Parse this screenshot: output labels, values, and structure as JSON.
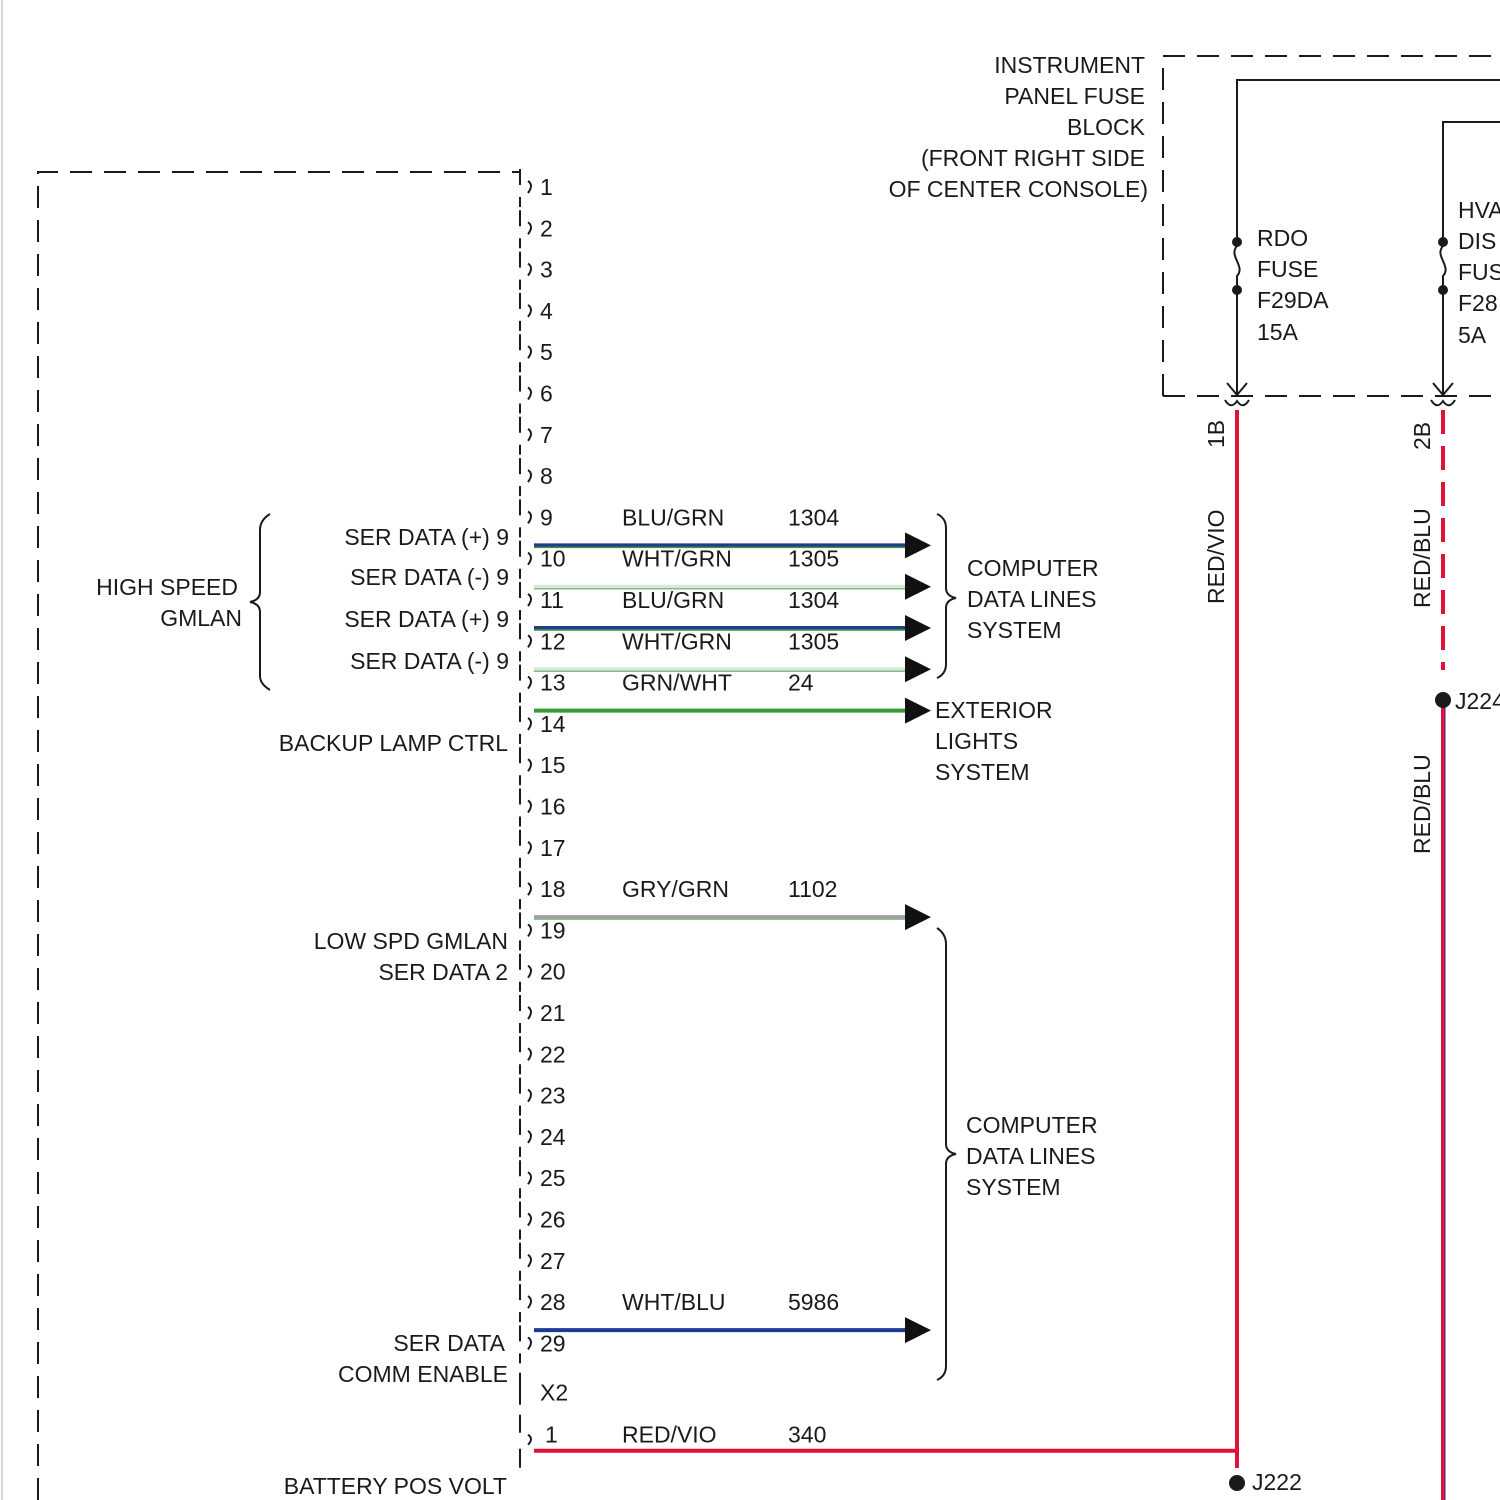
{
  "fuse_block": {
    "title_lines": [
      "INSTRUMENT",
      "PANEL FUSE",
      "BLOCK",
      "(FRONT RIGHT SIDE",
      "OF CENTER CONSOLE)"
    ],
    "fuses": [
      {
        "label_lines": [
          "RDO",
          "FUSE",
          "F29DA",
          "15A"
        ],
        "terminal": "1B",
        "wire_color": "RED/VIO"
      },
      {
        "label_lines": [
          "HVA",
          "DIS",
          "FUS",
          "F28",
          "5A"
        ],
        "terminal": "2B",
        "wire_color": "RED/BLU"
      }
    ]
  },
  "groups": {
    "high_speed_gmlan": [
      "HIGH SPEED",
      "GMLAN"
    ],
    "low_spd_gmlan": [
      "LOW SPD GMLAN",
      "SER DATA 2"
    ],
    "ser_data_comm_enable": [
      "SER DATA",
      "COMM ENABLE"
    ],
    "backup_lamp": "BACKUP LAMP CTRL",
    "battery_pos_volt": "BATTERY POS VOLT"
  },
  "connector": {
    "pins": [
      "1",
      "2",
      "3",
      "4",
      "5",
      "6",
      "7",
      "8",
      "9",
      "10",
      "11",
      "12",
      "13",
      "14",
      "15",
      "16",
      "17",
      "18",
      "19",
      "20",
      "21",
      "22",
      "23",
      "24",
      "25",
      "26",
      "27",
      "28",
      "29"
    ],
    "next_connector": "X2",
    "x2_first_pin": "1"
  },
  "pin_labels": [
    {
      "pin": "9",
      "text": "SER DATA (+) 9"
    },
    {
      "pin": "10",
      "text": "SER DATA (-) 9"
    },
    {
      "pin": "11",
      "text": "SER DATA (+) 9"
    },
    {
      "pin": "12",
      "text": "SER DATA (-) 9"
    }
  ],
  "circuits": [
    {
      "pin": "9",
      "color_code": "BLU/GRN",
      "circuit": "1304",
      "colors": [
        "#1f3a93",
        "#3a9a3a"
      ]
    },
    {
      "pin": "10",
      "color_code": "WHT/GRN",
      "circuit": "1305",
      "colors": [
        "#d8e8d8",
        "#88b888"
      ]
    },
    {
      "pin": "11",
      "color_code": "BLU/GRN",
      "circuit": "1304",
      "colors": [
        "#1f3a93",
        "#3a9a3a"
      ]
    },
    {
      "pin": "12",
      "color_code": "WHT/GRN",
      "circuit": "1305",
      "colors": [
        "#d8e8d8",
        "#88b888"
      ]
    },
    {
      "pin": "13",
      "color_code": "GRN/WHT",
      "circuit": "24",
      "colors": [
        "#3a9a3a",
        "#3a9a3a"
      ]
    },
    {
      "pin": "18",
      "color_code": "GRY/GRN",
      "circuit": "1102",
      "colors": [
        "#a0a0a0",
        "#88b888"
      ]
    },
    {
      "pin": "28",
      "color_code": "WHT/BLU",
      "circuit": "5986",
      "colors": [
        "#1f3a93",
        "#1f3a93"
      ]
    },
    {
      "pin": "X2-1",
      "color_code": "RED/VIO",
      "circuit": "340",
      "colors": [
        "#e0123a",
        "#e0123a"
      ]
    }
  ],
  "destinations": {
    "computer_data_lines_1": [
      "COMPUTER",
      "DATA LINES",
      "SYSTEM"
    ],
    "exterior_lights": [
      "EXTERIOR",
      "LIGHTS",
      "SYSTEM"
    ],
    "computer_data_lines_2": [
      "COMPUTER",
      "DATA LINES",
      "SYSTEM"
    ]
  },
  "splices": {
    "j222": "J222",
    "j224": "J224"
  },
  "wire_labels": {
    "red_blu_lower": "RED/BLU"
  },
  "colors": {
    "red_vio": "#e0123a",
    "red_blu": "#e0123a",
    "blue": "#1f3a93",
    "green": "#3a9a3a"
  }
}
